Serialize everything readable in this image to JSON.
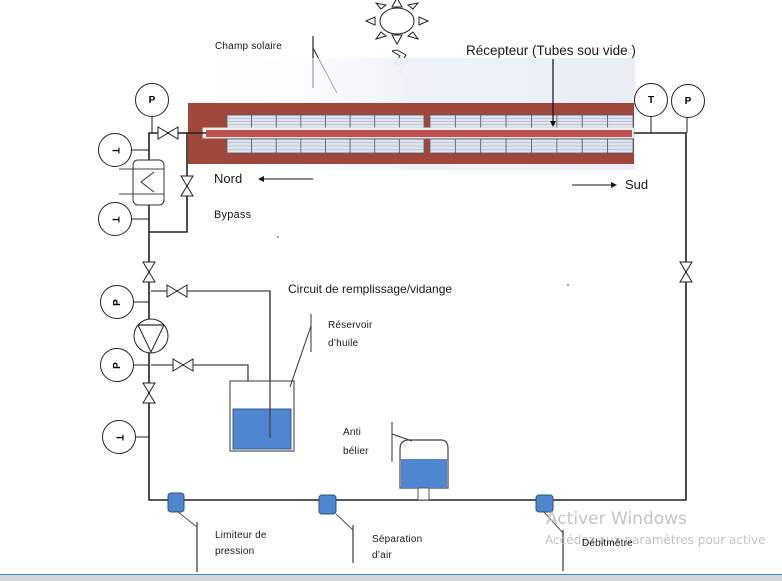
{
  "diagram": {
    "labels": {
      "champ_solaire": "Champ solaire",
      "recepteur": "Récepteur (Tubes sou vide )",
      "nord": "Nord",
      "sud": "Sud",
      "bypass": "Bypass",
      "circuit": "Circuit de remplissage/vidange",
      "reservoir_1": "Réservoir",
      "reservoir_2": "d’huile",
      "anti_1": "Anti",
      "anti_2": "bélier",
      "limiteur_1": "Limiteur de",
      "limiteur_2": "pression",
      "separation_1": "Séparation",
      "separation_2": "d’air",
      "debitmetre": "Débitmètre"
    },
    "gauges": {
      "p_top_left": "P",
      "t_upper_left": "T",
      "t_mid_left": "T",
      "p_pump_above": "P",
      "p_pump_below": "P",
      "t_bottom_left": "T",
      "t_right": "T",
      "p_right": "P"
    },
    "colors": {
      "frame": "#a0473c",
      "tube": "#c0504d",
      "oil": "#4f86cf",
      "line": "#222222"
    }
  },
  "watermark": {
    "title": "Activer Windows",
    "subtitle": "Accédez aux paramètres pour active"
  }
}
